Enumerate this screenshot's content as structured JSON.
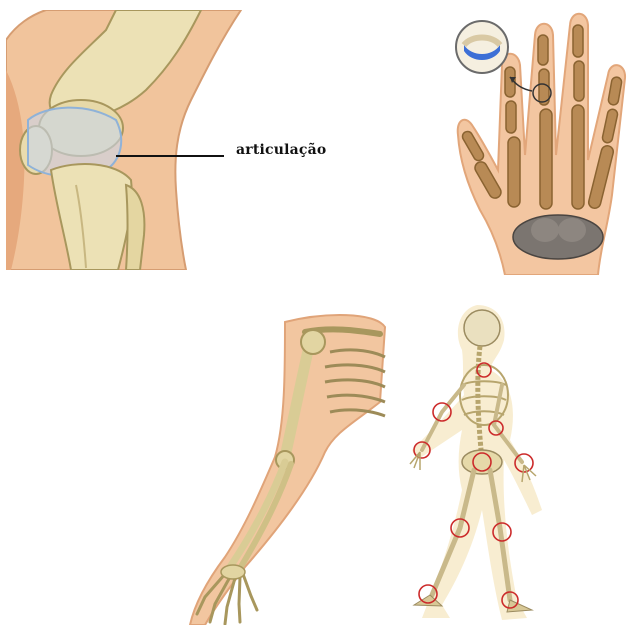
{
  "labels": {
    "joint": "articulação"
  },
  "colors": {
    "bone": "#e8dcae",
    "bone_shadow": "#b7a66f",
    "skin": "#f3c9a2",
    "skin_dark": "#e4a97e",
    "hand_bone": "#b88a55",
    "joint_ring": "#cc2b2b",
    "cartilage": "#8fb2d8"
  },
  "panels": {
    "knee": "knee-joint-illustration",
    "hand": "hand-skeleton-illustration",
    "arm": "arm-skeleton-illustration",
    "body": "walking-skeleton-illustration"
  }
}
